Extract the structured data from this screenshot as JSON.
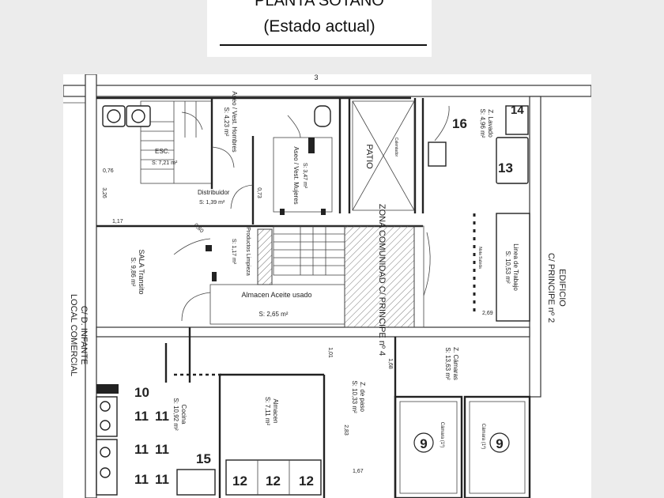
{
  "header": {
    "title": "PLANTA SÓTANO",
    "subtitle": "(Estado actual)"
  },
  "plan": {
    "top_dimension": "3",
    "rooms": {
      "aseo_hombres": {
        "name": "Aseo / Vest. Hombres",
        "area": "S: 4,23 m²"
      },
      "esc": {
        "name": "ESC.",
        "area": "S: 7,21 m²"
      },
      "aseo_mujeres": {
        "name": "Aseo / Vest. Mujeres",
        "area": "S: 3,47 m²"
      },
      "distribuidor": {
        "name": "Distribuidor",
        "area": "S: 1,39 m²"
      },
      "patio": {
        "name": "PATIO"
      },
      "z_lavado": {
        "name": "Z. Lavado",
        "area": "S: 4,96 m²"
      },
      "sala_transito": {
        "name": "SALA Transito",
        "area": "S: 9,86 m²"
      },
      "productos_limpieza": {
        "name": "Productos Limpieza",
        "area": "S: 1,17 m²"
      },
      "zona_comunidad": {
        "name": "ZONA COMUNIDAD C/ PRINCIPE nº 4"
      },
      "linea_trabajo": {
        "name": "Linea de Trabajo",
        "area": "S: 10,53 m²"
      },
      "almacen_aceite": {
        "name": "Almacen Aceite usado",
        "area": "S: 2,65 m²"
      },
      "z_camaras": {
        "name": "Z. Cámaras",
        "area": "S: 13,63 m²"
      },
      "cocina": {
        "name": "Cocina",
        "area": "S: 10,92 m²"
      },
      "almacen": {
        "name": "Almacen",
        "area": "S: 7,11 m²"
      },
      "z_paso": {
        "name": "Z. de paso",
        "area": "S: 10,33 m²"
      },
      "camara_1": {
        "name": "Cámara (1º)"
      },
      "camara_2": {
        "name": "Cámara (1º)"
      }
    },
    "side_labels": {
      "local_comercial": "LOCAL COMERCIAL",
      "infante": "C/ D. INFANTE",
      "edificio": "EDIFICIO",
      "principe_2": "C/ PRINCIPE nº 2"
    },
    "dimensions": {
      "d076": "0,76",
      "d326": "3,26",
      "d117": "1,17",
      "d073": "0,73",
      "d080": "0,80",
      "d269": "2,69",
      "d101": "1,01",
      "d168": "1,68",
      "d283": "2,83",
      "d167": "1,67"
    },
    "small_labels": {
      "calentador": "Calentador",
      "nota": "Nota Subida"
    },
    "numbers": {
      "n14": "14",
      "n16": "16",
      "n13": "13",
      "n10": "10",
      "n11a": "11",
      "n11b": "11",
      "n11c": "11",
      "n11d": "11",
      "n11e": "11",
      "n11f": "11",
      "n15": "15",
      "n12a": "12",
      "n12b": "12",
      "n12c": "12",
      "n9a": "9",
      "n9b": "9"
    }
  }
}
